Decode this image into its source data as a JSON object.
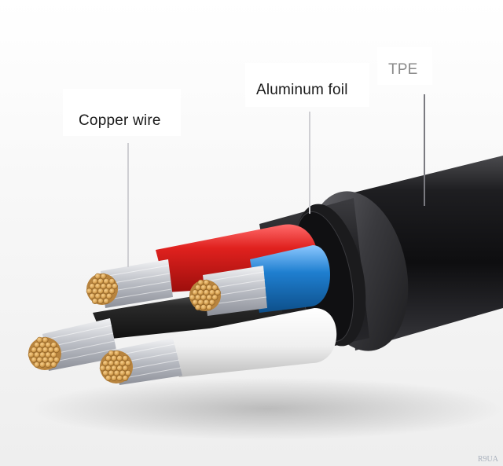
{
  "labels": {
    "copper_wire": "Copper wire",
    "aluminum_foil": "Aluminum foil",
    "tpe": "TPE"
  },
  "watermark": "R9UA",
  "colors": {
    "jacket": "#1c1c1e",
    "red_insulation": "#e0211e",
    "blue_insulation": "#1f7fd0",
    "white_insulation": "#f2f2f2",
    "black_insulation": "#2a2a2a",
    "copper_strand": "#d9a455",
    "steel_strand": "#c9ccd2"
  }
}
